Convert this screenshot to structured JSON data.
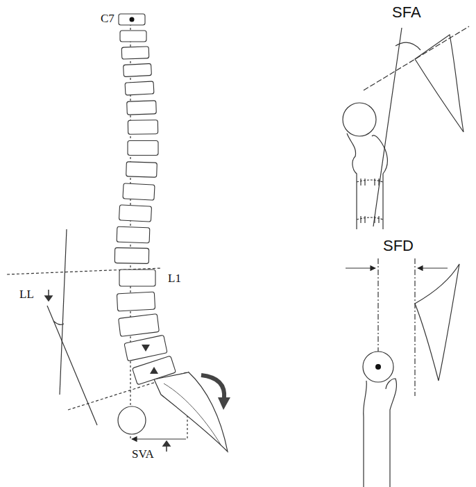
{
  "diagram": {
    "labels": [
      "C7",
      "L1",
      "LL",
      "SVA",
      "SFA",
      "SFD"
    ]
  }
}
